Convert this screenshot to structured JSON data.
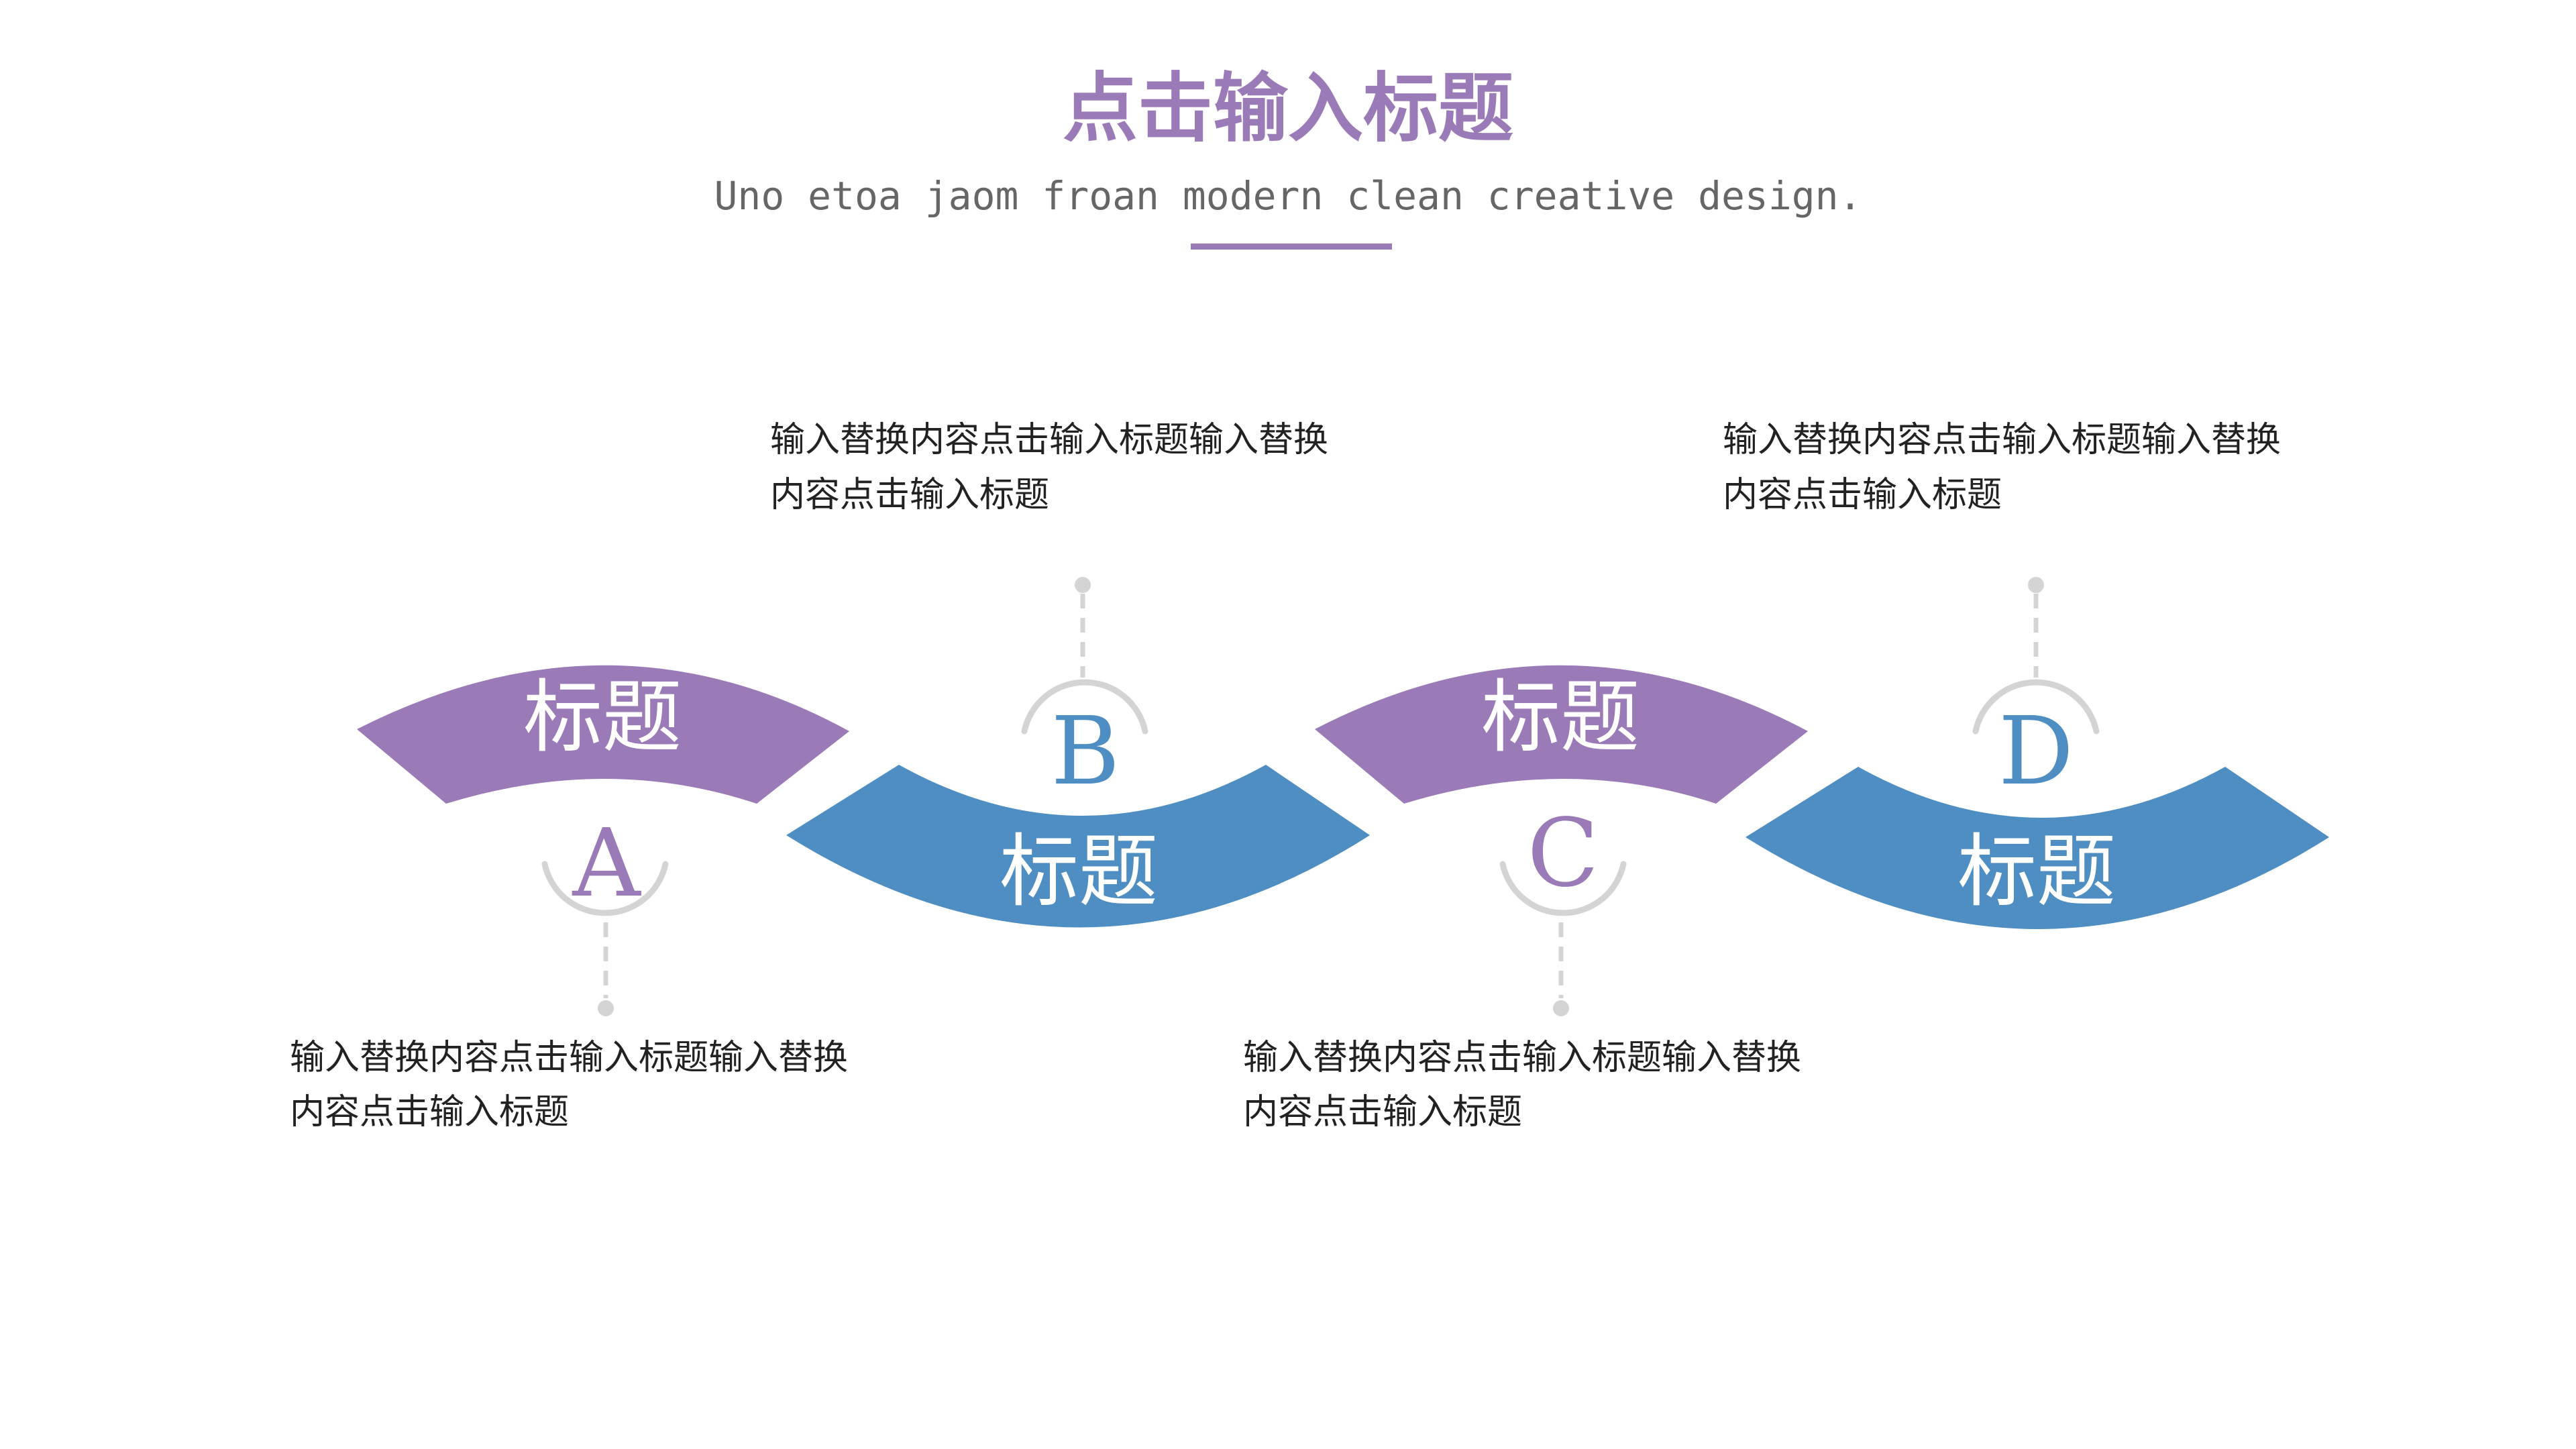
{
  "colors": {
    "purple": "#9b7ab8",
    "blue": "#4e8ec2",
    "title": "#9b7ab8",
    "subtitle": "#666666",
    "connector": "#d4d4d4",
    "text": "#222222",
    "white": "#ffffff"
  },
  "header": {
    "title": "点击输入标题",
    "subtitle": "Uno etoa jaom froan modern clean creative design."
  },
  "steps": [
    {
      "letter": "A",
      "label": "标题",
      "desc_line1": "输入替换内容点击输入标题输入替换",
      "desc_line2": "内容点击输入标题",
      "color": "#9b7ab8"
    },
    {
      "letter": "B",
      "label": "标题",
      "desc_line1": "输入替换内容点击输入标题输入替换",
      "desc_line2": "内容点击输入标题",
      "color": "#4e8ec2"
    },
    {
      "letter": "C",
      "label": "标题",
      "desc_line1": "输入替换内容点击输入标题输入替换",
      "desc_line2": "内容点击输入标题",
      "color": "#9b7ab8"
    },
    {
      "letter": "D",
      "label": "标题",
      "desc_line1": "输入替换内容点击输入标题输入替换",
      "desc_line2": "内容点击输入标题",
      "color": "#4e8ec2"
    }
  ]
}
